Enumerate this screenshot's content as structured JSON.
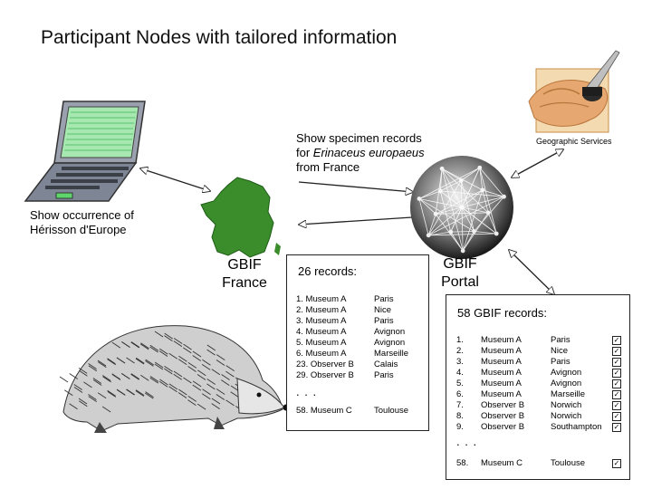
{
  "title": "Participant Nodes with tailored information",
  "show_specimen": {
    "line1": "Show specimen records",
    "line2_pre": "for ",
    "line2_italic": "Erinaceus europaeus",
    "line3": "from France"
  },
  "show_occurrence": {
    "line1": "Show occurrence of",
    "line2": "Hérisson d'Europe"
  },
  "geographic_services": "Geographic Services",
  "gbif_france": {
    "line1": "GBIF",
    "line2": "France"
  },
  "gbif_portal": {
    "line1": "GBIF",
    "line2": "Portal"
  },
  "france_records": {
    "header": "26 records:",
    "rows": [
      {
        "n": "1. Museum A",
        "place": "Paris"
      },
      {
        "n": "2. Museum A",
        "place": "Nice"
      },
      {
        "n": "3. Museum A",
        "place": "Paris"
      },
      {
        "n": "4. Museum A",
        "place": "Avignon"
      },
      {
        "n": "5. Museum A",
        "place": "Avignon"
      },
      {
        "n": "6. Museum A",
        "place": "Marseille"
      },
      {
        "n": "23. Observer B",
        "place": "Calais"
      },
      {
        "n": "29. Observer B",
        "place": "Paris"
      }
    ],
    "ellipsis": ". . .",
    "last": {
      "n": "58. Museum C",
      "place": "Toulouse"
    }
  },
  "gbif_records": {
    "header": "58 GBIF records:",
    "rows": [
      {
        "num": "1.",
        "src": "Museum A",
        "place": "Paris"
      },
      {
        "num": "2.",
        "src": "Museum A",
        "place": "Nice"
      },
      {
        "num": "3.",
        "src": "Museum A",
        "place": "Paris"
      },
      {
        "num": "4.",
        "src": "Museum A",
        "place": "Avignon"
      },
      {
        "num": "5.",
        "src": "Museum A",
        "place": "Avignon"
      },
      {
        "num": "6.",
        "src": "Museum A",
        "place": "Marseille"
      },
      {
        "num": "7.",
        "src": "Observer B",
        "place": "Norwich"
      },
      {
        "num": "8.",
        "src": "Observer B",
        "place": "Norwich"
      },
      {
        "num": "9.",
        "src": "Observer B",
        "place": "Southampton"
      }
    ],
    "ellipsis": ". . .",
    "last": {
      "num": "58.",
      "src": "Museum C",
      "place": "Toulouse"
    }
  },
  "colors": {
    "france_green": "#3a8a2a",
    "laptop_gray": "#8a8f9c",
    "screen_green": "#9fe0a8"
  },
  "icons": [
    "laptop-icon",
    "france-map-icon",
    "network-globe-icon",
    "scroll-quill-icon",
    "hedgehog-icon",
    "checkbox-icon"
  ]
}
